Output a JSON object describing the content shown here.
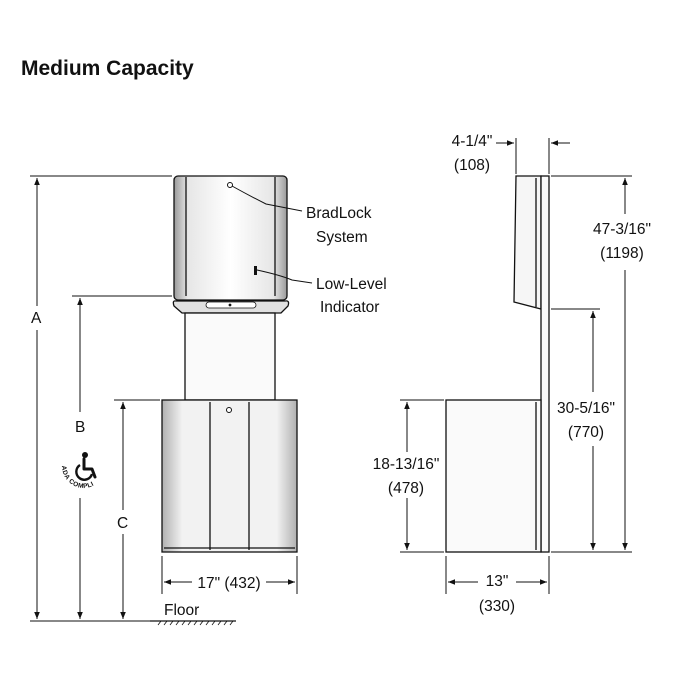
{
  "title": "Medium Capacity",
  "callouts": {
    "bradlock_line1": "BradLock",
    "bradlock_line2": "System",
    "lowlevel_line1": "Low-Level",
    "lowlevel_line2": "Indicator"
  },
  "front_dims": {
    "a": "A",
    "b": "B",
    "c": "C",
    "width": "17\" (432)",
    "floor": "Floor"
  },
  "ada_badge": {
    "text": "ADA COMPLIANT",
    "icon": "wheelchair-icon"
  },
  "side_dims": {
    "depth_top": "4-1/4\"",
    "depth_top_mm": "(108)",
    "height_total": "47-3/16\"",
    "height_total_mm": "(1198)",
    "height_mid": "30-5/16\"",
    "height_mid_mm": "(770)",
    "height_base": "18-13/16\"",
    "height_base_mm": "(478)",
    "depth_base": "13\"",
    "depth_base_mm": "(330)"
  }
}
